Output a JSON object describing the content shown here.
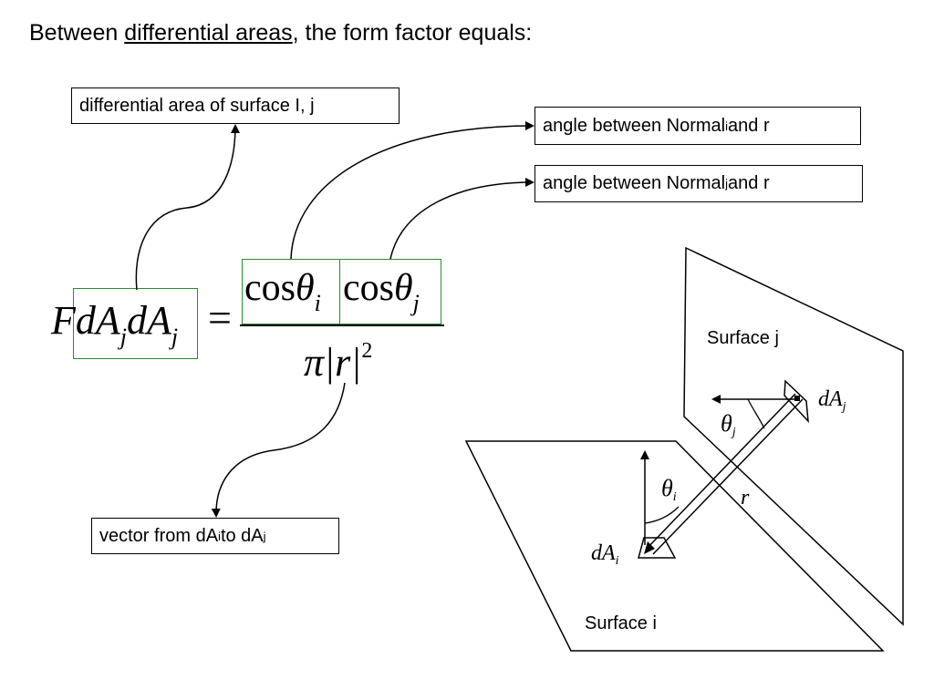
{
  "heading": {
    "prefix": "Between ",
    "underlined": "differential areas",
    "suffix": ", the form factor equals:"
  },
  "callouts": {
    "diff_area": "differential area of surface I, j",
    "angle_i": {
      "text": "angle between Normal",
      "sub": "i",
      "suffix": " and r"
    },
    "angle_j": {
      "text": "angle between Normal",
      "sub": "j",
      "suffix": " and r"
    },
    "vector": {
      "p1": "vector from dA",
      "s1": "i",
      "p2": " to dA",
      "s2": "j"
    }
  },
  "equation": {
    "lhs_F": "F",
    "lhs_dA1": "dA",
    "lhs_sub1": "j",
    "lhs_dA2": "dA",
    "lhs_sub2": "j",
    "equals": "=",
    "cos1": "cos",
    "theta1": "θ",
    "theta1_sub": "i",
    "cos2": "cos",
    "theta2": "θ",
    "theta2_sub": "j",
    "pi": "π",
    "r_abs": "|r|",
    "exponent": "2"
  },
  "figure": {
    "surface_j_label": "Surface j",
    "surface_i_label": "Surface i",
    "dAj": "dA",
    "dAj_sub": "j",
    "dAi": "dA",
    "dAi_sub": "i",
    "theta_j": "θ",
    "theta_j_sub": "j",
    "theta_i": "θ",
    "theta_i_sub": "i",
    "r": "r"
  },
  "colors": {
    "highlight_box": "#2e8b2e",
    "ink": "#000000"
  }
}
